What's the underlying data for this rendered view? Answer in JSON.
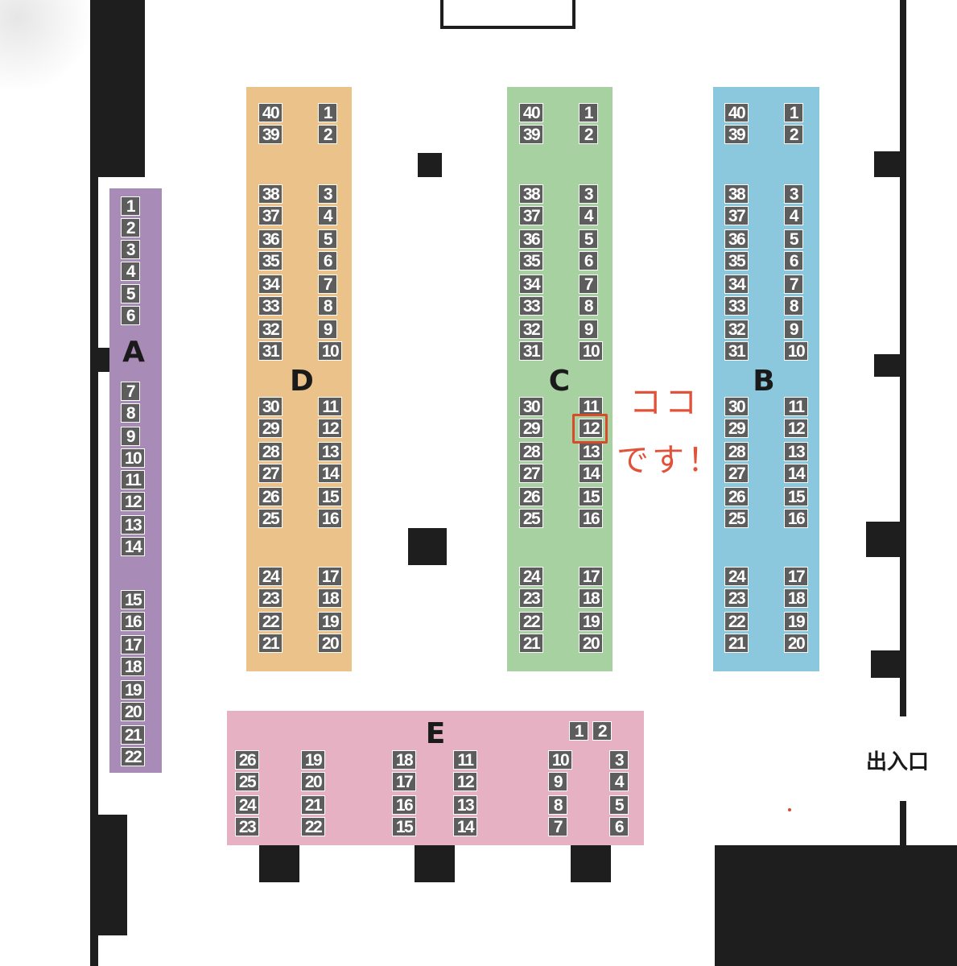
{
  "colors": {
    "zone_A": "#a88bb6",
    "zone_B": "#8bc8de",
    "zone_C": "#a7d1a0",
    "zone_D": "#eac28a",
    "zone_E": "#e6b2c3",
    "booth": "#5d5d5d",
    "highlight": "#d94a2b",
    "wall": "#1e1e1e"
  },
  "zones": {
    "A": {
      "letter": "A"
    },
    "B": {
      "letter": "B"
    },
    "C": {
      "letter": "C"
    },
    "D": {
      "letter": "D"
    },
    "E": {
      "letter": "E"
    }
  },
  "booths": {
    "A": [
      "1",
      "2",
      "3",
      "4",
      "5",
      "6",
      "7",
      "8",
      "9",
      "10",
      "11",
      "12",
      "13",
      "14",
      "15",
      "16",
      "17",
      "18",
      "19",
      "20",
      "21",
      "22"
    ],
    "D_left": [
      "40",
      "39",
      "38",
      "37",
      "36",
      "35",
      "34",
      "33",
      "32",
      "31",
      "30",
      "29",
      "28",
      "27",
      "26",
      "25",
      "24",
      "23",
      "22",
      "21"
    ],
    "D_right": [
      "1",
      "2",
      "3",
      "4",
      "5",
      "6",
      "7",
      "8",
      "9",
      "10",
      "11",
      "12",
      "13",
      "14",
      "15",
      "16",
      "17",
      "18",
      "19",
      "20"
    ],
    "C_left": [
      "40",
      "39",
      "38",
      "37",
      "36",
      "35",
      "34",
      "33",
      "32",
      "31",
      "30",
      "29",
      "28",
      "27",
      "26",
      "25",
      "24",
      "23",
      "22",
      "21"
    ],
    "C_right": [
      "1",
      "2",
      "3",
      "4",
      "5",
      "6",
      "7",
      "8",
      "9",
      "10",
      "11",
      "12",
      "13",
      "14",
      "15",
      "16",
      "17",
      "18",
      "19",
      "20"
    ],
    "B_left": [
      "40",
      "39",
      "38",
      "37",
      "36",
      "35",
      "34",
      "33",
      "32",
      "31",
      "30",
      "29",
      "28",
      "27",
      "26",
      "25",
      "24",
      "23",
      "22",
      "21"
    ],
    "B_right": [
      "1",
      "2",
      "3",
      "4",
      "5",
      "6",
      "7",
      "8",
      "9",
      "10",
      "11",
      "12",
      "13",
      "14",
      "15",
      "16",
      "17",
      "18",
      "19",
      "20"
    ],
    "E_top": [
      "1",
      "2"
    ],
    "E_cols": [
      [
        "26",
        "25",
        "24",
        "23"
      ],
      [
        "19",
        "20",
        "21",
        "22"
      ],
      [
        "18",
        "17",
        "16",
        "15"
      ],
      [
        "11",
        "12",
        "13",
        "14"
      ],
      [
        "10",
        "9",
        "8",
        "7"
      ],
      [
        "3",
        "4",
        "5",
        "6"
      ]
    ]
  },
  "highlighted_booth": {
    "zone": "C",
    "number": "12"
  },
  "annotation": {
    "line1": "ココ",
    "line2": "です！"
  },
  "entrance_label": "出入口"
}
